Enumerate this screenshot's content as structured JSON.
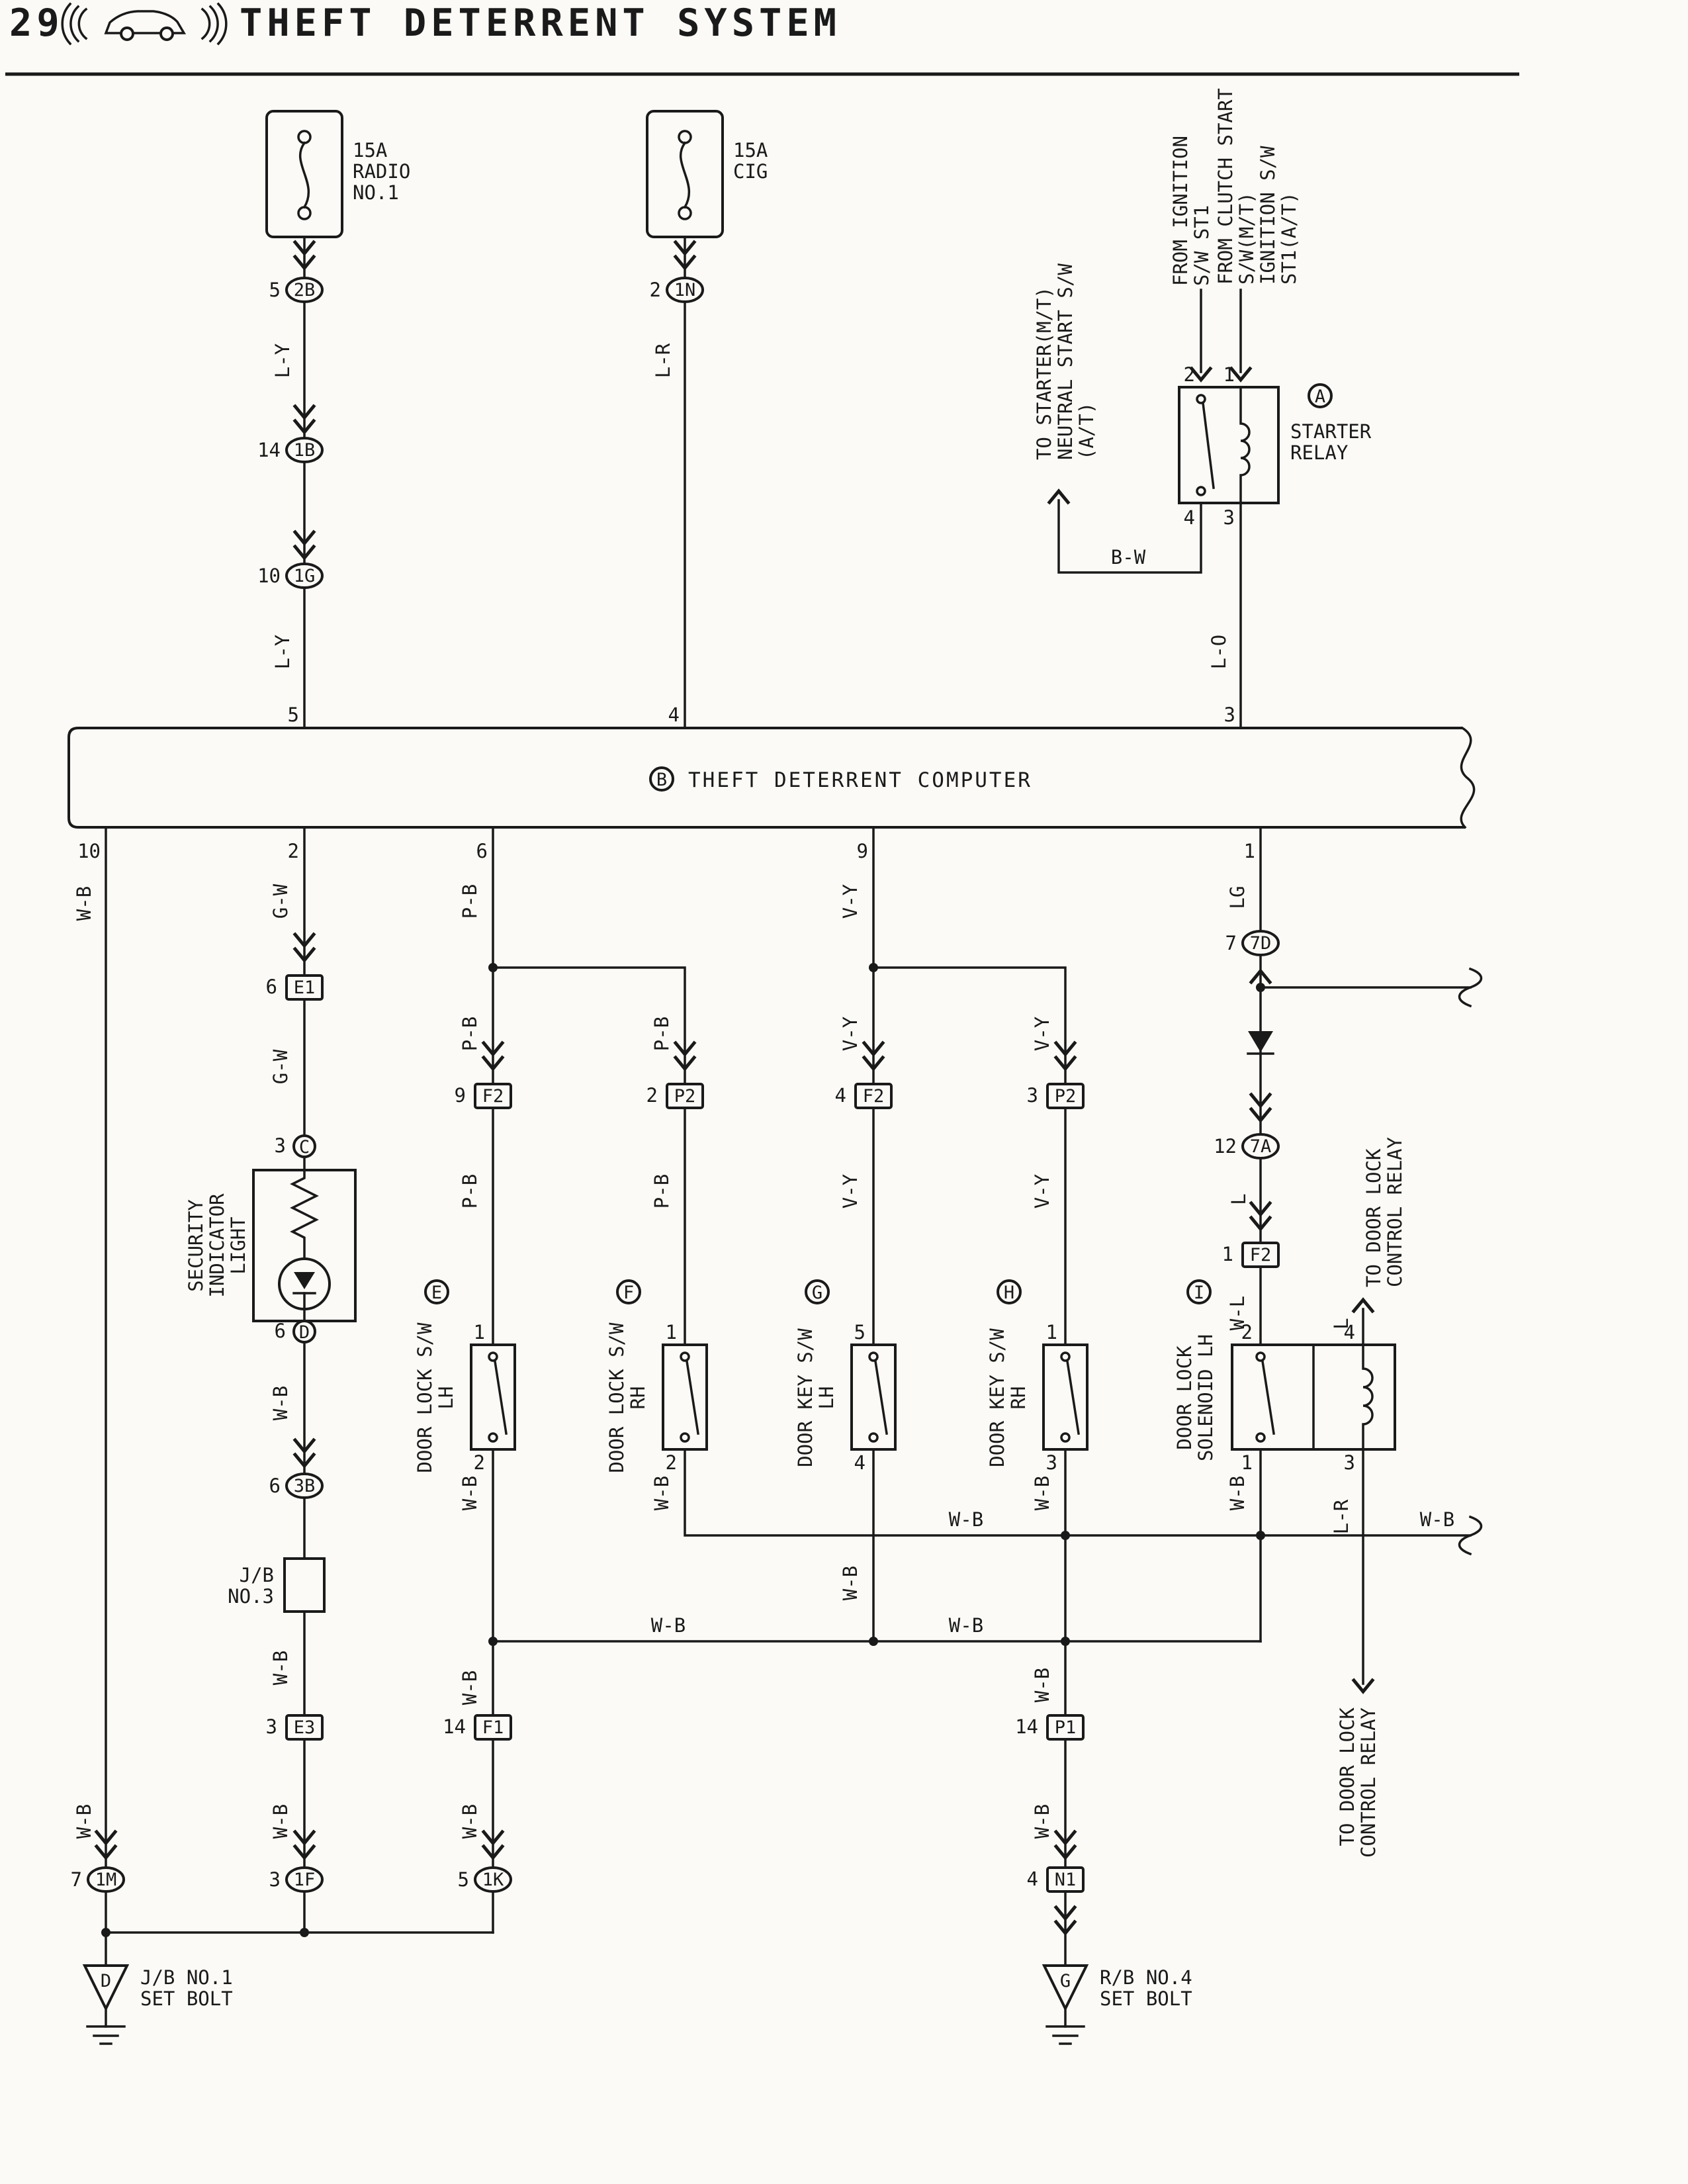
{
  "page": {
    "number": "29",
    "title": "THEFT DETERRENT SYSTEM"
  },
  "colors": {
    "ink": "#1a1a1a",
    "paper": "#fbfaf6"
  },
  "wire_colors": {
    "ly": "L-Y",
    "lr": "L-R",
    "lo": "L-O",
    "bw": "B-W",
    "wb": "W-B",
    "gw": "G-W",
    "pb": "P-B",
    "vy": "V-Y",
    "lg": "LG",
    "l": "L",
    "wl": "W-L"
  },
  "fuses": {
    "radio": {
      "rating": "15A",
      "name1": "RADIO",
      "name2": "NO.1"
    },
    "cig": {
      "rating": "15A",
      "name": "CIG"
    }
  },
  "notes": {
    "from_ignition": {
      "l1": "FROM IGNITION",
      "l2": "S/W ST1"
    },
    "from_clutch": {
      "l1": "FROM CLUTCH START",
      "l2": "S/W(M/T)",
      "l3": "IGNITION S/W",
      "l4": "ST1(A/T)"
    },
    "to_starter": {
      "l1": "TO STARTER(M/T)",
      "l2": "NEUTRAL START S/W",
      "l3": "(A/T)"
    },
    "to_relay_up": {
      "l1": "TO DOOR LOCK",
      "l2": "CONTROL RELAY"
    },
    "to_relay_down": {
      "l1": "TO DOOR LOCK",
      "l2": "CONTROL RELAY"
    }
  },
  "relay": {
    "ref": "A",
    "name1": "STARTER",
    "name2": "RELAY",
    "pin_tl": "2",
    "pin_tr": "1",
    "pin_bl": "4",
    "pin_br": "3"
  },
  "computer": {
    "ref": "B",
    "name": "THEFT DETERRENT COMPUTER",
    "pin_top1": "5",
    "pin_top2": "4",
    "pin_top3": "3",
    "pin_b1": "10",
    "pin_b2": "2",
    "pin_b3": "6",
    "pin_b4": "9",
    "pin_b5": "1"
  },
  "connectors": {
    "c2b": {
      "pin": "5",
      "id": "2B"
    },
    "c1n": {
      "pin": "2",
      "id": "1N"
    },
    "c1b": {
      "pin": "14",
      "id": "1B"
    },
    "c1g": {
      "pin": "10",
      "id": "1G"
    },
    "e1": {
      "pin": "6",
      "id": "E1"
    },
    "f2a": {
      "pin": "9",
      "id": "F2"
    },
    "p2a": {
      "pin": "2",
      "id": "P2"
    },
    "f2b": {
      "pin": "4",
      "id": "F2"
    },
    "p2b": {
      "pin": "3",
      "id": "P2"
    },
    "c7d": {
      "pin": "7",
      "id": "7D"
    },
    "c7a": {
      "pin": "12",
      "id": "7A"
    },
    "f2c": {
      "pin": "1",
      "id": "F2"
    },
    "c3b": {
      "pin": "6",
      "id": "3B"
    },
    "e3": {
      "pin": "3",
      "id": "E3"
    },
    "f1": {
      "pin": "14",
      "id": "F1"
    },
    "p1": {
      "pin": "14",
      "id": "P1"
    },
    "c1m": {
      "pin": "7",
      "id": "1M"
    },
    "c1f": {
      "pin": "3",
      "id": "1F"
    },
    "c1k": {
      "pin": "5",
      "id": "1K"
    },
    "n1": {
      "pin": "4",
      "id": "N1"
    }
  },
  "security_light": {
    "pin_top": "3",
    "ref_top": "C",
    "pin_bottom": "6",
    "ref_bottom": "D",
    "name1": "SECURITY",
    "name2": "INDICATOR",
    "name3": "LIGHT"
  },
  "switches": {
    "lock_lh": {
      "ref": "E",
      "name1": "DOOR LOCK S/W",
      "name2": "LH",
      "pin_top": "1",
      "pin_bottom": "2"
    },
    "lock_rh": {
      "ref": "F",
      "name1": "DOOR LOCK S/W",
      "name2": "RH",
      "pin_top": "1",
      "pin_bottom": "2"
    },
    "key_lh": {
      "ref": "G",
      "name1": "DOOR KEY S/W",
      "name2": "LH",
      "pin_top": "5",
      "pin_bottom": "4"
    },
    "key_rh": {
      "ref": "H",
      "name1": "DOOR KEY S/W",
      "name2": "RH",
      "pin_top": "1",
      "pin_bottom": "3"
    }
  },
  "solenoid": {
    "ref": "I",
    "name1": "DOOR LOCK",
    "name2": "SOLENOID LH",
    "pin_tl": "2",
    "pin_tr": "4",
    "pin_bl": "1",
    "pin_br": "3"
  },
  "jb3": {
    "l1": "J/B",
    "l2": "NO.3"
  },
  "grounds": {
    "d": {
      "ref": "D",
      "l1": "J/B NO.1",
      "l2": "SET BOLT"
    },
    "g": {
      "ref": "G",
      "l1": "R/B NO.4",
      "l2": "SET BOLT"
    }
  }
}
